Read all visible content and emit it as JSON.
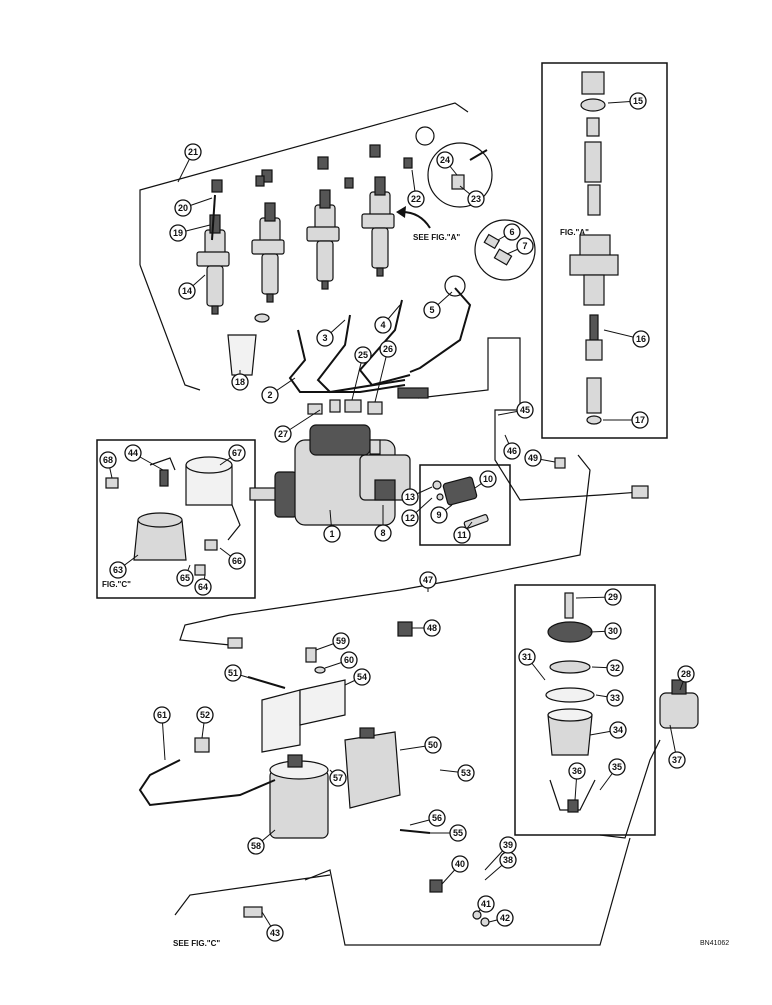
{
  "figure_labels": {
    "fig_a_ref": "SEE FIG.\"A\"",
    "fig_a": "FIG.\"A\"",
    "fig_c": "FIG.\"C\"",
    "fig_c_ref": "SEE FIG.\"C\"",
    "drawing_number": "BN41062"
  },
  "callouts": [
    "1",
    "2",
    "3",
    "4",
    "5",
    "6",
    "7",
    "8",
    "9",
    "10",
    "11",
    "12",
    "13",
    "14",
    "15",
    "16",
    "17",
    "18",
    "19",
    "20",
    "21",
    "22",
    "23",
    "24",
    "25",
    "26",
    "27",
    "28",
    "29",
    "30",
    "31",
    "32",
    "33",
    "34",
    "35",
    "36",
    "37",
    "38",
    "39",
    "40",
    "41",
    "42",
    "43",
    "44",
    "45",
    "46",
    "47",
    "48",
    "49",
    "50",
    "51",
    "52",
    "53",
    "54",
    "55",
    "56",
    "57",
    "58",
    "59",
    "60",
    "61",
    "63",
    "64",
    "65",
    "66",
    "67",
    "68"
  ]
}
